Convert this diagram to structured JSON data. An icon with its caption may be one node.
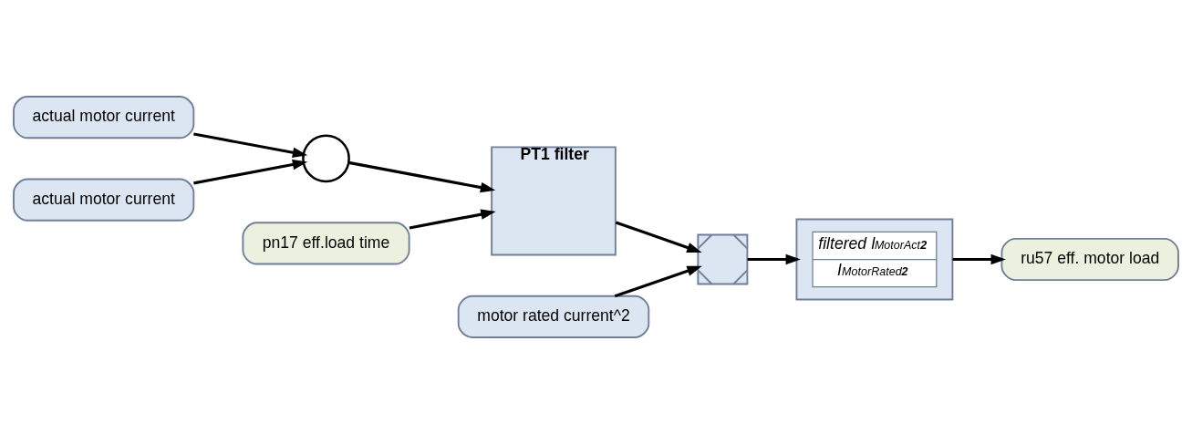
{
  "diagram": {
    "nodes": [
      {
        "text": [
          "actual motor current"
        ]
      },
      {
        "text": [
          "actual motor current"
        ]
      },
      {
        "text": [],
        "shape": "circle"
      },
      {
        "text": [
          "PT1 filter"
        ]
      },
      {
        "text": [
          "pn17 eff.load time"
        ]
      },
      {
        "text": [],
        "shape": "box"
      },
      {
        "text": [
          "filtered I$_{MotorAct}$$^{2}$",
          "I$_{MotorRated}$$^{2}$"
        ]
      },
      {
        "text": [
          "ru57 eff. motor load"
        ]
      },
      {
        "text": [
          "motor rated current^2"
        ]
      }
    ],
    "edges": [
      {
        "from": 0,
        "to": 2,
        "arrow": "to"
      },
      {
        "from": 1,
        "to": 2,
        "arrow": "to"
      },
      {
        "from": 2,
        "to": 3,
        "arrow": "to"
      },
      {
        "from": 4,
        "to": 3,
        "arrow": "to"
      },
      {
        "from": 3,
        "to": 5,
        "arrow": "to"
      },
      {
        "from": 8,
        "to": 5,
        "arrow": "to"
      },
      {
        "from": 5,
        "to": 6,
        "arrow": "to"
      },
      {
        "from": 6,
        "to": 7,
        "arrow": "to"
      }
    ]
  }
}
